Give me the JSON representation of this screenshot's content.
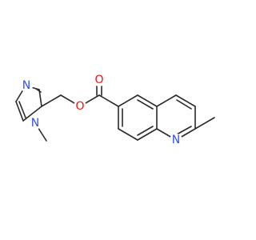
{
  "molecule": {
    "atoms": {
      "carbonyl_oxygen": {
        "text": "O",
        "color": "#ff0d0d"
      },
      "ester_oxygen": {
        "text": "O",
        "color": "#ff0d0d"
      },
      "imidazole_n3": {
        "text": "N",
        "color": "#3050f8"
      },
      "imidazole_n1": {
        "text": "N",
        "color": "#3050f8"
      },
      "quinoline_n": {
        "text": "N",
        "color": "#3050f8"
      }
    },
    "colors": {
      "bond": "#2a2a2a"
    }
  }
}
